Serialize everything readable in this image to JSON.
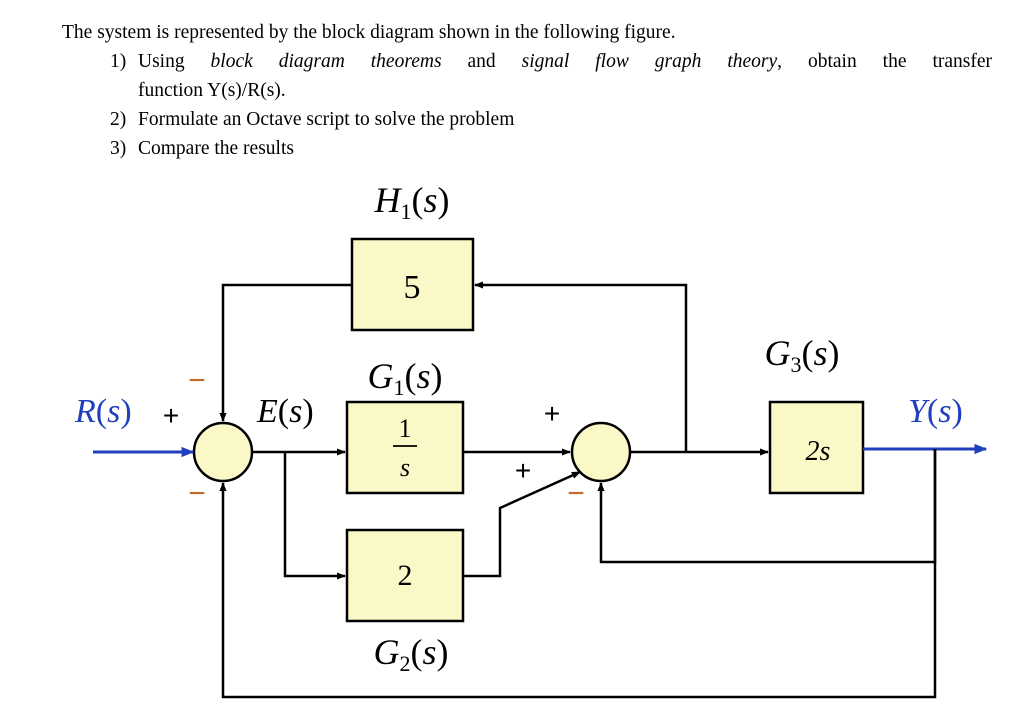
{
  "problem": {
    "intro": "The system is represented by the block diagram shown in the following figure.",
    "items": [
      {
        "num": "1)",
        "parts": [
          "Using ",
          "block diagram theorems",
          " and ",
          "signal flow graph theory",
          ", obtain the transfer"
        ],
        "line2": "function Y(s)/R(s)."
      },
      {
        "num": "2)",
        "text": "Formulate an Octave script to solve the problem"
      },
      {
        "num": "3)",
        "text": "Compare the results"
      }
    ]
  },
  "diagram": {
    "colors": {
      "block_fill": "#fbf8c8",
      "signal": "#1f3fbf",
      "minus_sign": "#c26a2b",
      "wire": "#000000"
    },
    "input_label": {
      "main": "R",
      "arg": "s"
    },
    "output_label": {
      "main": "Y",
      "arg": "s"
    },
    "error_label": {
      "main": "E",
      "arg": "s"
    },
    "blocks": {
      "H1": {
        "name": "H",
        "sub": "1",
        "arg": "s",
        "content": "5"
      },
      "G1": {
        "name": "G",
        "sub": "1",
        "arg": "s",
        "numerator": "1",
        "denominator": "s"
      },
      "G2": {
        "name": "G",
        "sub": "2",
        "arg": "s",
        "content": "2"
      },
      "G3": {
        "name": "G",
        "sub": "3",
        "arg": "s",
        "content": "2s"
      }
    },
    "summing_junction_1_signs": {
      "top": "−",
      "left": "+",
      "bottom": "−"
    },
    "summing_junction_2_signs": {
      "left": "+",
      "lower_left": "+",
      "bottom": "−"
    }
  }
}
